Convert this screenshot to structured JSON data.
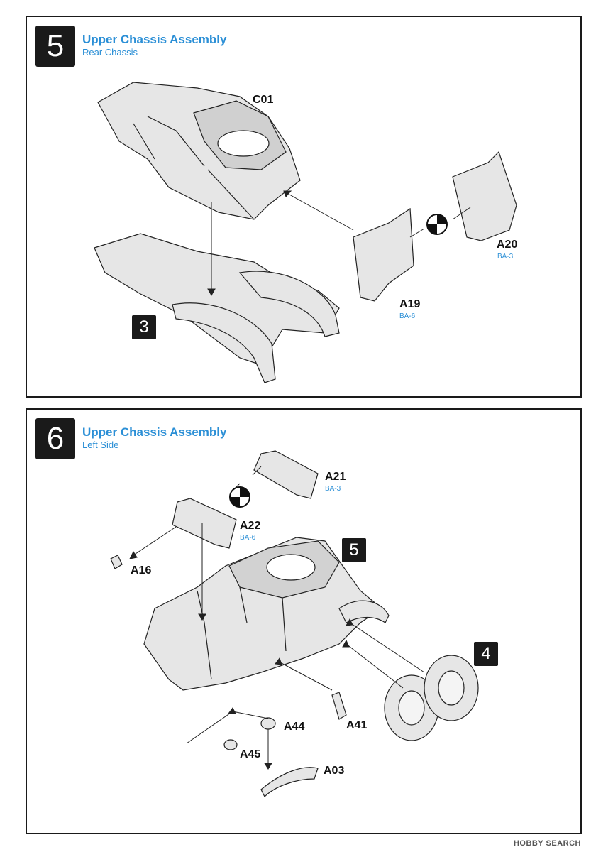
{
  "step5": {
    "number": "5",
    "title": "Upper Chassis Assembly",
    "subtitle": "Rear Chassis",
    "ref_step": "3",
    "parts": [
      {
        "label": "C01",
        "note": ""
      },
      {
        "label": "A20",
        "note": "BA-3"
      },
      {
        "label": "A19",
        "note": "BA-6"
      }
    ]
  },
  "step6": {
    "number": "6",
    "title": "Upper Chassis Assembly",
    "subtitle": "Left Side",
    "ref_steps": [
      "5",
      "4"
    ],
    "parts": [
      {
        "label": "A21",
        "note": "BA-3"
      },
      {
        "label": "A22",
        "note": "BA-6"
      },
      {
        "label": "A16",
        "note": ""
      },
      {
        "label": "A44",
        "note": ""
      },
      {
        "label": "A45",
        "note": ""
      },
      {
        "label": "A41",
        "note": ""
      },
      {
        "label": "A03",
        "note": ""
      }
    ]
  },
  "watermark": "HOBBY SEARCH"
}
